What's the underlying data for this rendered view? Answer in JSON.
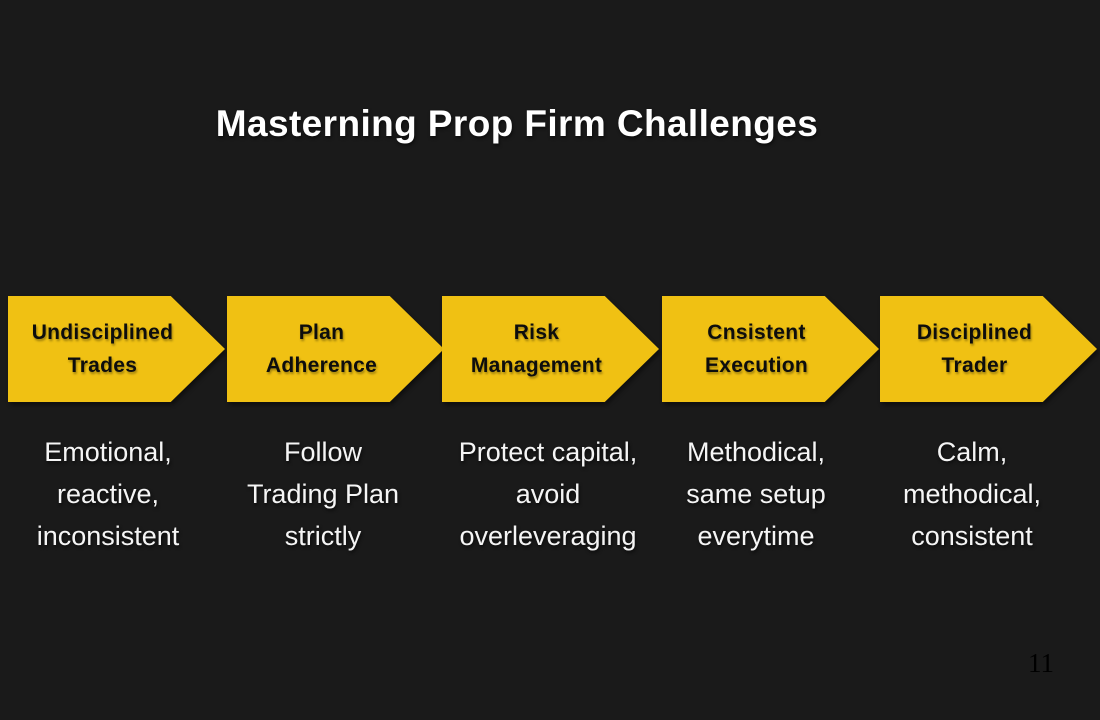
{
  "slide": {
    "title": "Masterning Prop Firm Challenges",
    "page_number": "11",
    "colors": {
      "background": "#1a1a1a",
      "accent": "#f0c113",
      "title_text": "#ffffff",
      "arrow_label_text": "#0d0d0d",
      "description_text": "#f5f5f5",
      "page_number_text": "#000000"
    },
    "steps": [
      {
        "label": [
          "Undisciplined",
          "Trades"
        ],
        "description": [
          "Emotional,",
          "reactive,",
          "inconsistent"
        ]
      },
      {
        "label": [
          "Plan",
          "Adherence"
        ],
        "description": [
          "Follow",
          "Trading Plan",
          "strictly"
        ]
      },
      {
        "label": [
          "Risk",
          "Management"
        ],
        "description": [
          "Protect capital,",
          "avoid",
          "overleveraging"
        ]
      },
      {
        "label": [
          "Cnsistent",
          "Execution"
        ],
        "description": [
          "Methodical,",
          "same setup",
          "everytime"
        ]
      },
      {
        "label": [
          "Disciplined",
          "Trader"
        ],
        "description": [
          "Calm,",
          "methodical,",
          "consistent"
        ]
      }
    ]
  }
}
